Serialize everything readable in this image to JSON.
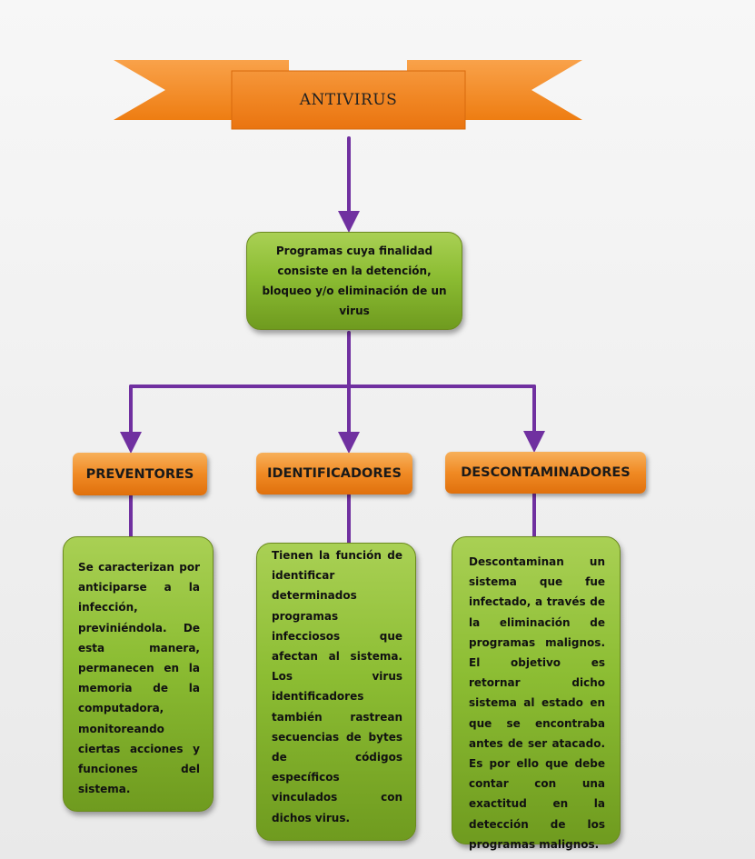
{
  "title": "ANTIVIRUS",
  "definition": "Programas cuya finalidad consiste en la detención, bloqueo y/o eliminación de un virus",
  "categories": [
    {
      "label": "PREVENTORES",
      "description": "Se caracterizan por anticiparse a la infección, previniéndola. De esta manera, permanecen en la memoria de la computadora, monitoreando ciertas acciones y funciones del sistema."
    },
    {
      "label": "IDENTIFICADORES",
      "description": "Tienen la función de identificar determinados programas infecciosos que afectan al sistema. Los virus identificadores también rastrean secuencias de bytes de códigos específicos vinculados con dichos virus."
    },
    {
      "label": "DESCONTAMINADORES",
      "description": "Descontaminan un sistema que fue infectado, a través de la eliminación de programas malignos. El objetivo es retornar dicho sistema al estado en que se encontraba antes de ser atacado. Es por ello que debe contar con una exactitud en la detección de los programas malignos."
    }
  ],
  "colors": {
    "banner": "#f28a1e",
    "category_box": "#f08a24",
    "text_box": "#8cbd33",
    "connector": "#7030a0",
    "background": "#f0f0f0"
  }
}
